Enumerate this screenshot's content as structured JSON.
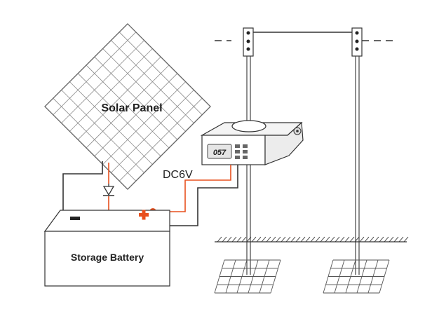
{
  "labels": {
    "solar_panel": "Solar Panel",
    "voltage": "DC6V",
    "battery": "Storage Battery",
    "minus": "−",
    "plus": "+",
    "display": "057"
  },
  "colors": {
    "line": "#333333",
    "positive": "#e8501e",
    "grid": "#888888",
    "display_bg": "#e6e6e6"
  }
}
